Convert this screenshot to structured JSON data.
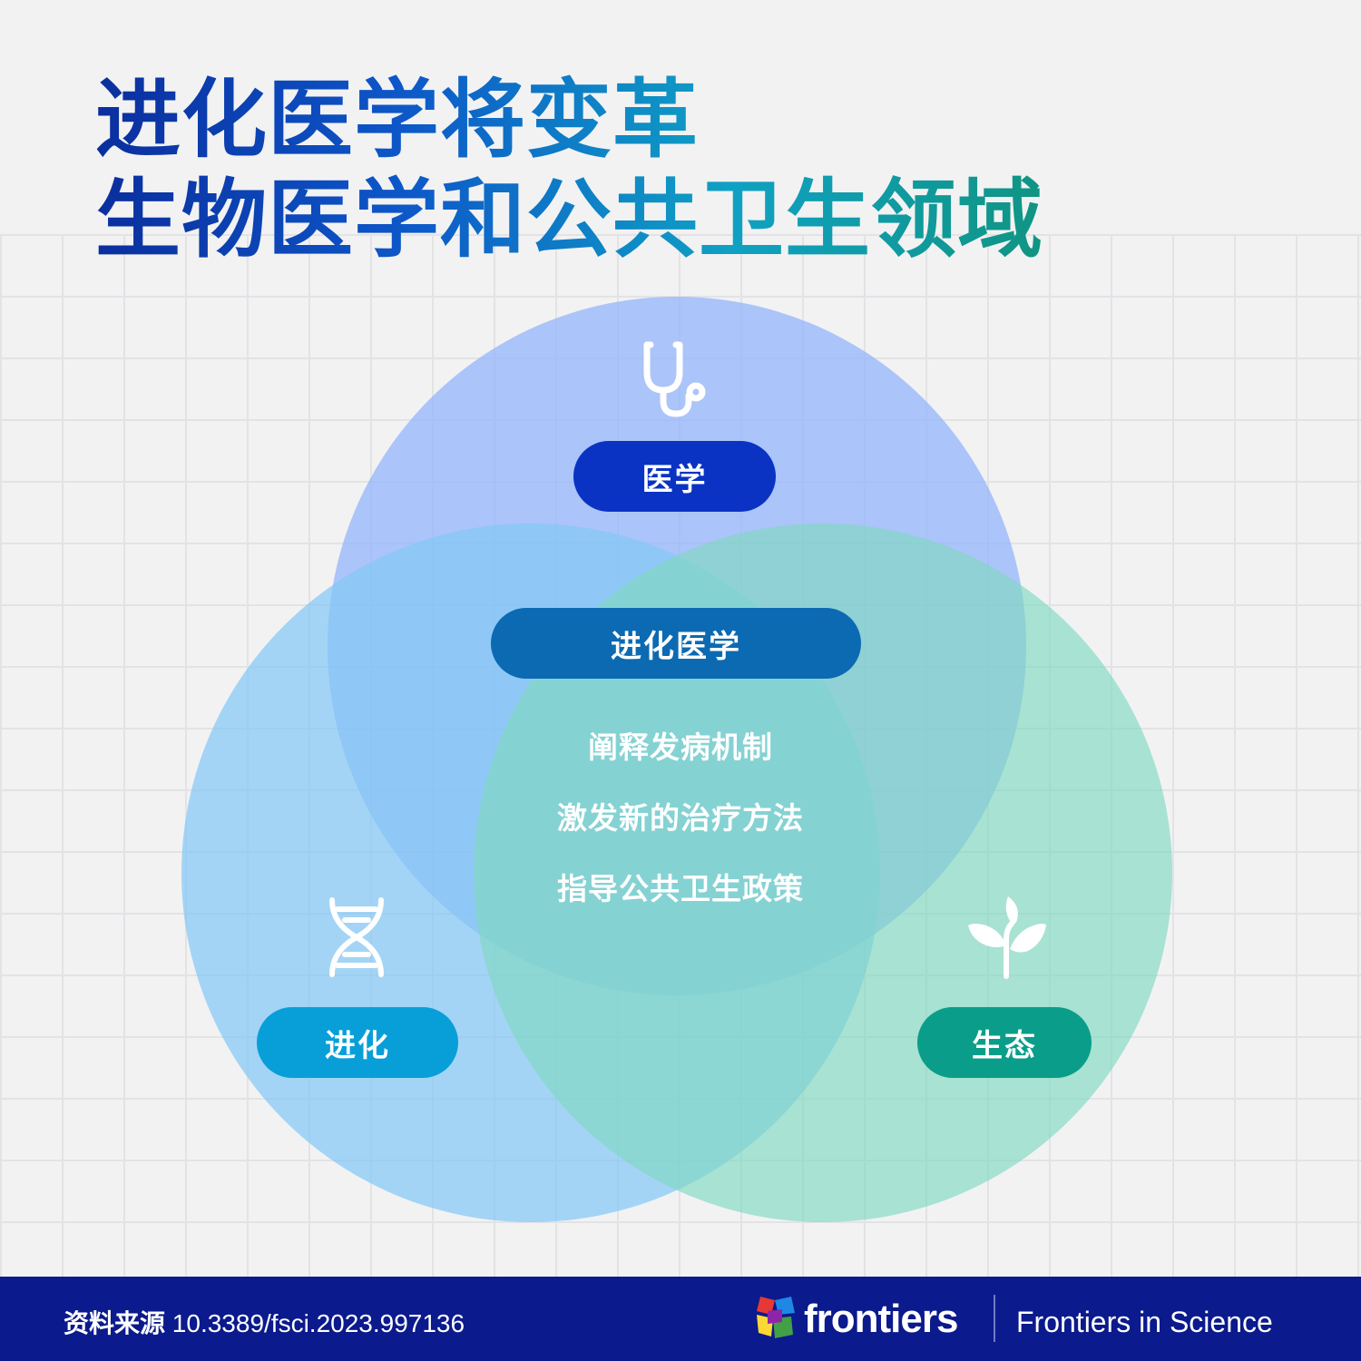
{
  "title": {
    "line1": "进化医学将变革",
    "line2": "生物医学和公共卫生领域"
  },
  "diagram": {
    "circles": [
      {
        "label": "医学",
        "icon": "stethoscope-icon",
        "color": "#8db0fb",
        "label_color": "#0a33c4"
      },
      {
        "label": "进化",
        "icon": "dna-icon",
        "color": "#83c8f5",
        "label_color": "#089fd9"
      },
      {
        "label": "生态",
        "icon": "sprout-icon",
        "color": "#7fd8c0",
        "label_color": "#0a9e8a"
      }
    ],
    "center_label": "进化医学",
    "center_label_color": "#0b6ab2",
    "benefits": [
      "阐释发病机制",
      "激发新的治疗方法",
      "指导公共卫生政策"
    ]
  },
  "footer": {
    "source_label": "资料来源",
    "source_doi": "10.3389/fsci.2023.997136",
    "brand": "frontiers",
    "journal": "Frontiers in Science",
    "bg_color": "#0b1a8c"
  }
}
